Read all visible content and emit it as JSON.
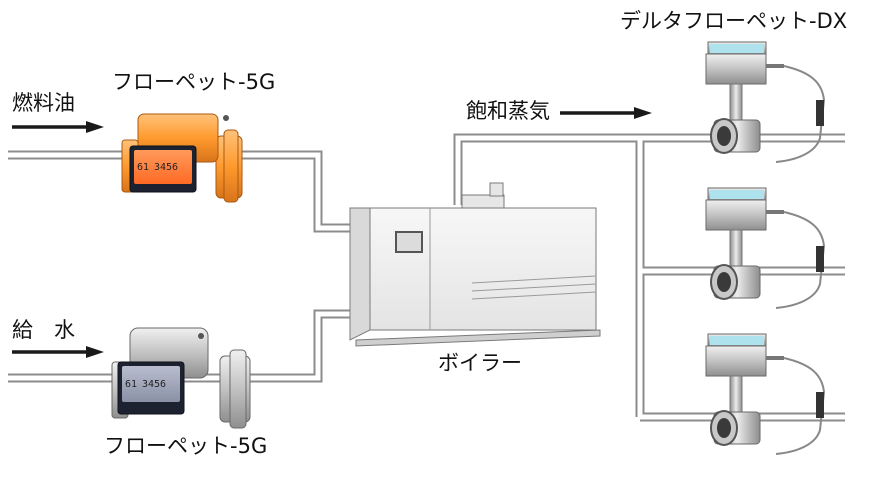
{
  "labels": {
    "fuel_oil": "燃料油",
    "feed_water": "給　水",
    "saturated_steam": "飽和蒸気",
    "boiler": "ボイラー",
    "meter_top": "フローペット-5G",
    "meter_bottom": "フローペット-5G",
    "meter_dx": "デルタフローペット-DX"
  },
  "display": {
    "top_left": "61",
    "top_right": "3456",
    "bottom_left": "61",
    "bottom_right": "3456"
  },
  "colors": {
    "pipe_outline": "#8c8c8c",
    "pipe_fill": "#ffffff",
    "arrow": "#1a1a1a",
    "meter_top_body": "#ff9a2e",
    "meter_bottom_body": "#c2c2c2",
    "lcd_top": "#ff7b3a",
    "lcd_bottom": "#9aa1b3",
    "dx_head": "#aee3ee",
    "boiler_body": "#f0f0f0"
  }
}
